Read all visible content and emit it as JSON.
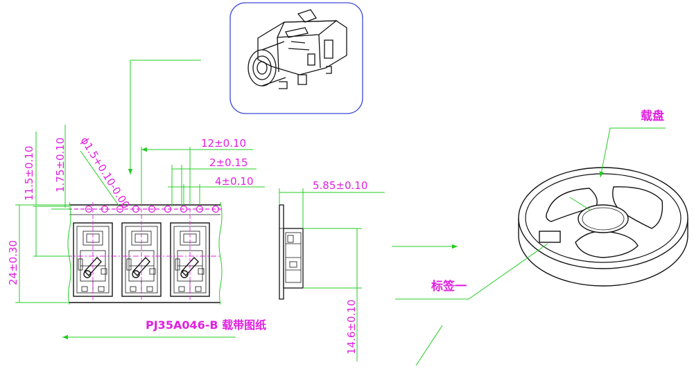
{
  "dimensions": {
    "pitch": "12±0.10",
    "sprocket_pitch": "4±0.10",
    "hole_offset": "2±0.15",
    "hole_diameter": "ϕ1.5+0.10-0.00",
    "width": "24±0.30",
    "row_offset": "11.5±0.10",
    "edge_offset": "1.75±0.10",
    "pocket_depth": "5.85±0.10",
    "cavity_length": "14.6±0.10"
  },
  "labels": {
    "drawing_title": "PJ35A046-B 载带图纸",
    "reel": "载盘",
    "tag": "标签一"
  },
  "colors": {
    "dimension": "#e020e0",
    "leader": "#22cc22",
    "outline": "#111111",
    "frame": "#3b4bd6"
  },
  "icons": {
    "product_photo": "audio-jack-connector-icon",
    "reel": "tape-reel-icon"
  }
}
